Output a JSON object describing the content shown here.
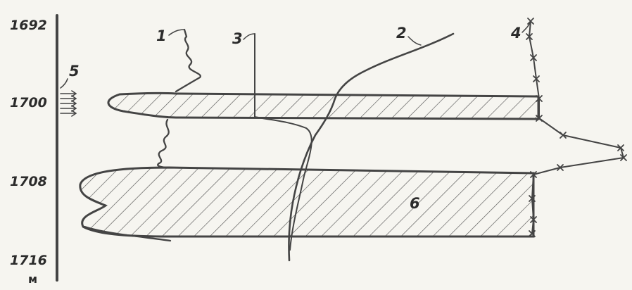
{
  "depth_axis": {
    "ticks": [
      "1692",
      "1700",
      "1708",
      "1716"
    ],
    "unit": "м"
  },
  "curve_labels": {
    "c1": "1",
    "c2": "2",
    "c3": "3",
    "c4": "4",
    "c5": "5",
    "c6": "6"
  },
  "colors": {
    "ink": "#444444",
    "paper": "#f6f5f0"
  }
}
